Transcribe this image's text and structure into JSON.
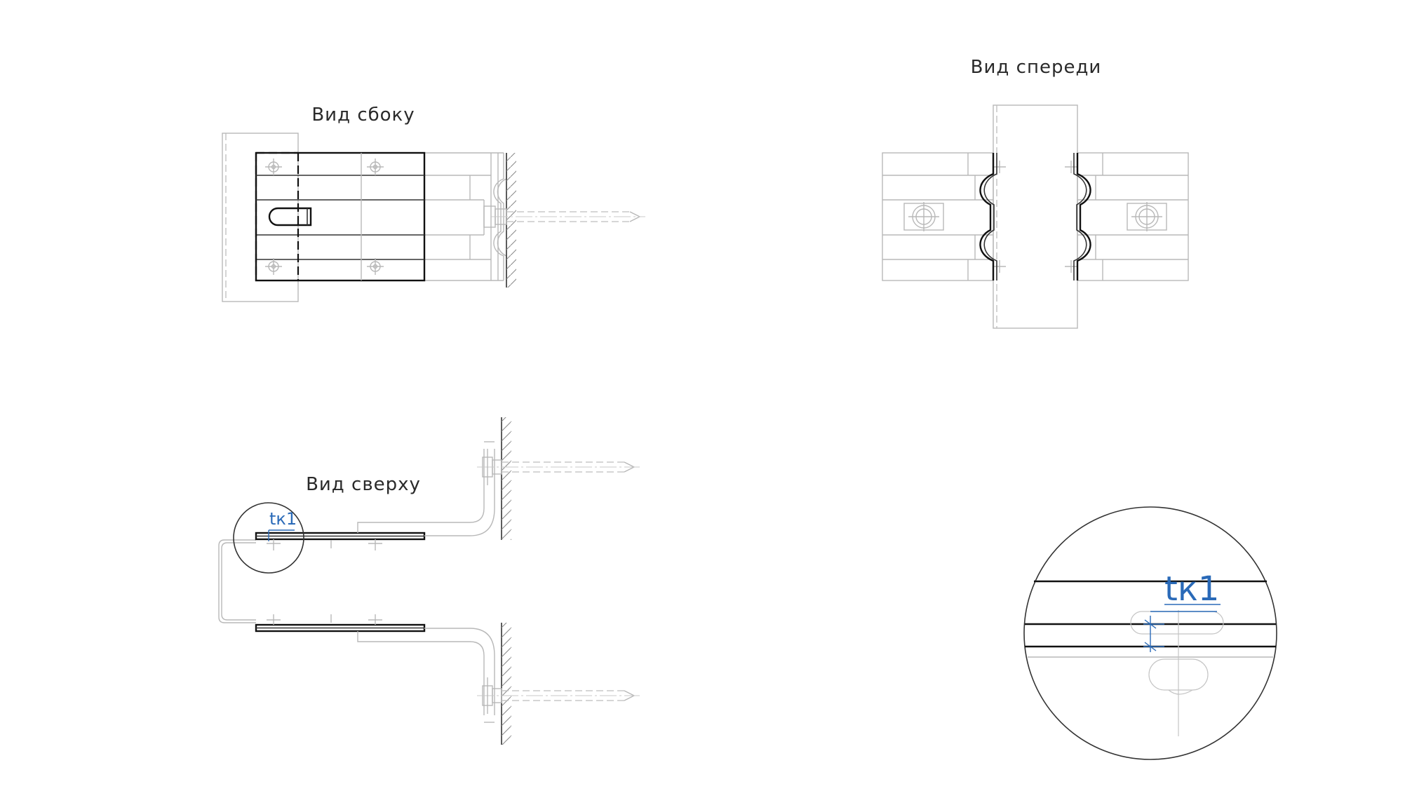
{
  "views": {
    "side_title": "Вид сбоку",
    "front_title": "Вид спереди",
    "top_title": "Вид сверху"
  },
  "dimension": {
    "label": "tк1"
  }
}
